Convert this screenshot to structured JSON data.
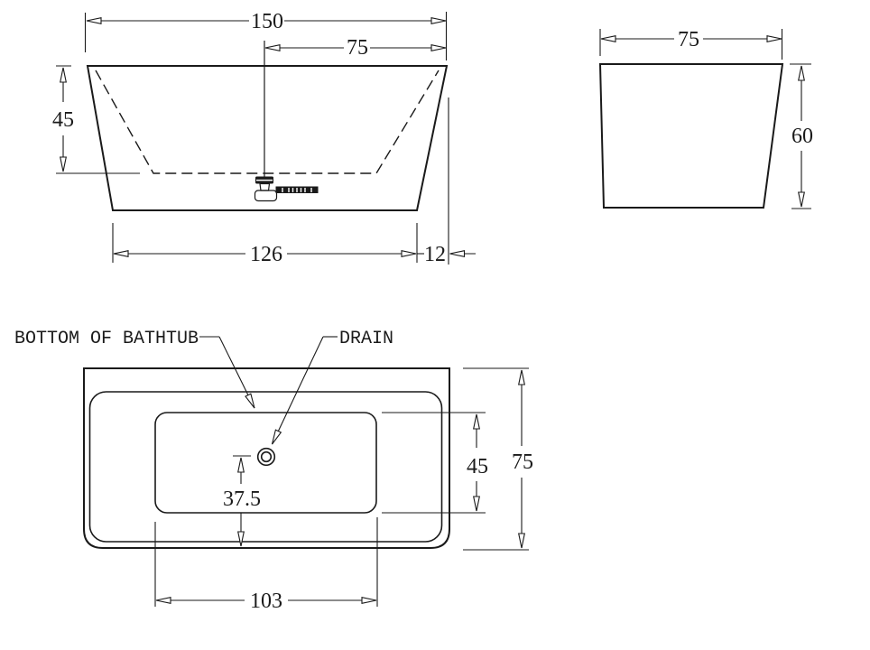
{
  "colors": {
    "ink": "#1a1a1a",
    "background": "#ffffff"
  },
  "front_view": {
    "dim_overall_width": "150",
    "dim_center_to_edge": "75",
    "dim_inner_depth": "45",
    "dim_bottom_width": "126",
    "dim_bottom_edge_offset": "12"
  },
  "side_view": {
    "dim_top_width": "75",
    "dim_height": "60"
  },
  "plan_view": {
    "label_bottom_of_bathtub": "BOTTOM OF BATHTUB",
    "label_drain": "DRAIN",
    "dim_drain_to_edge": "37.5",
    "dim_basin_length": "103",
    "dim_basin_width": "45",
    "dim_overall_depth": "75"
  }
}
